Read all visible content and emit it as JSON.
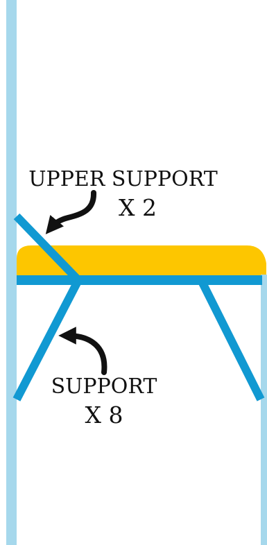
{
  "colors": {
    "post": "#a6d8ec",
    "brace": "#1199d2",
    "seat": "#fdc600",
    "arrow": "#111111",
    "text": "#111111",
    "background": "#ffffff"
  },
  "labels": {
    "upper_support": {
      "line1": "UPPER SUPPORT",
      "line2": "X 2"
    },
    "support": {
      "line1": "SUPPORT",
      "line2": "X 8"
    }
  }
}
